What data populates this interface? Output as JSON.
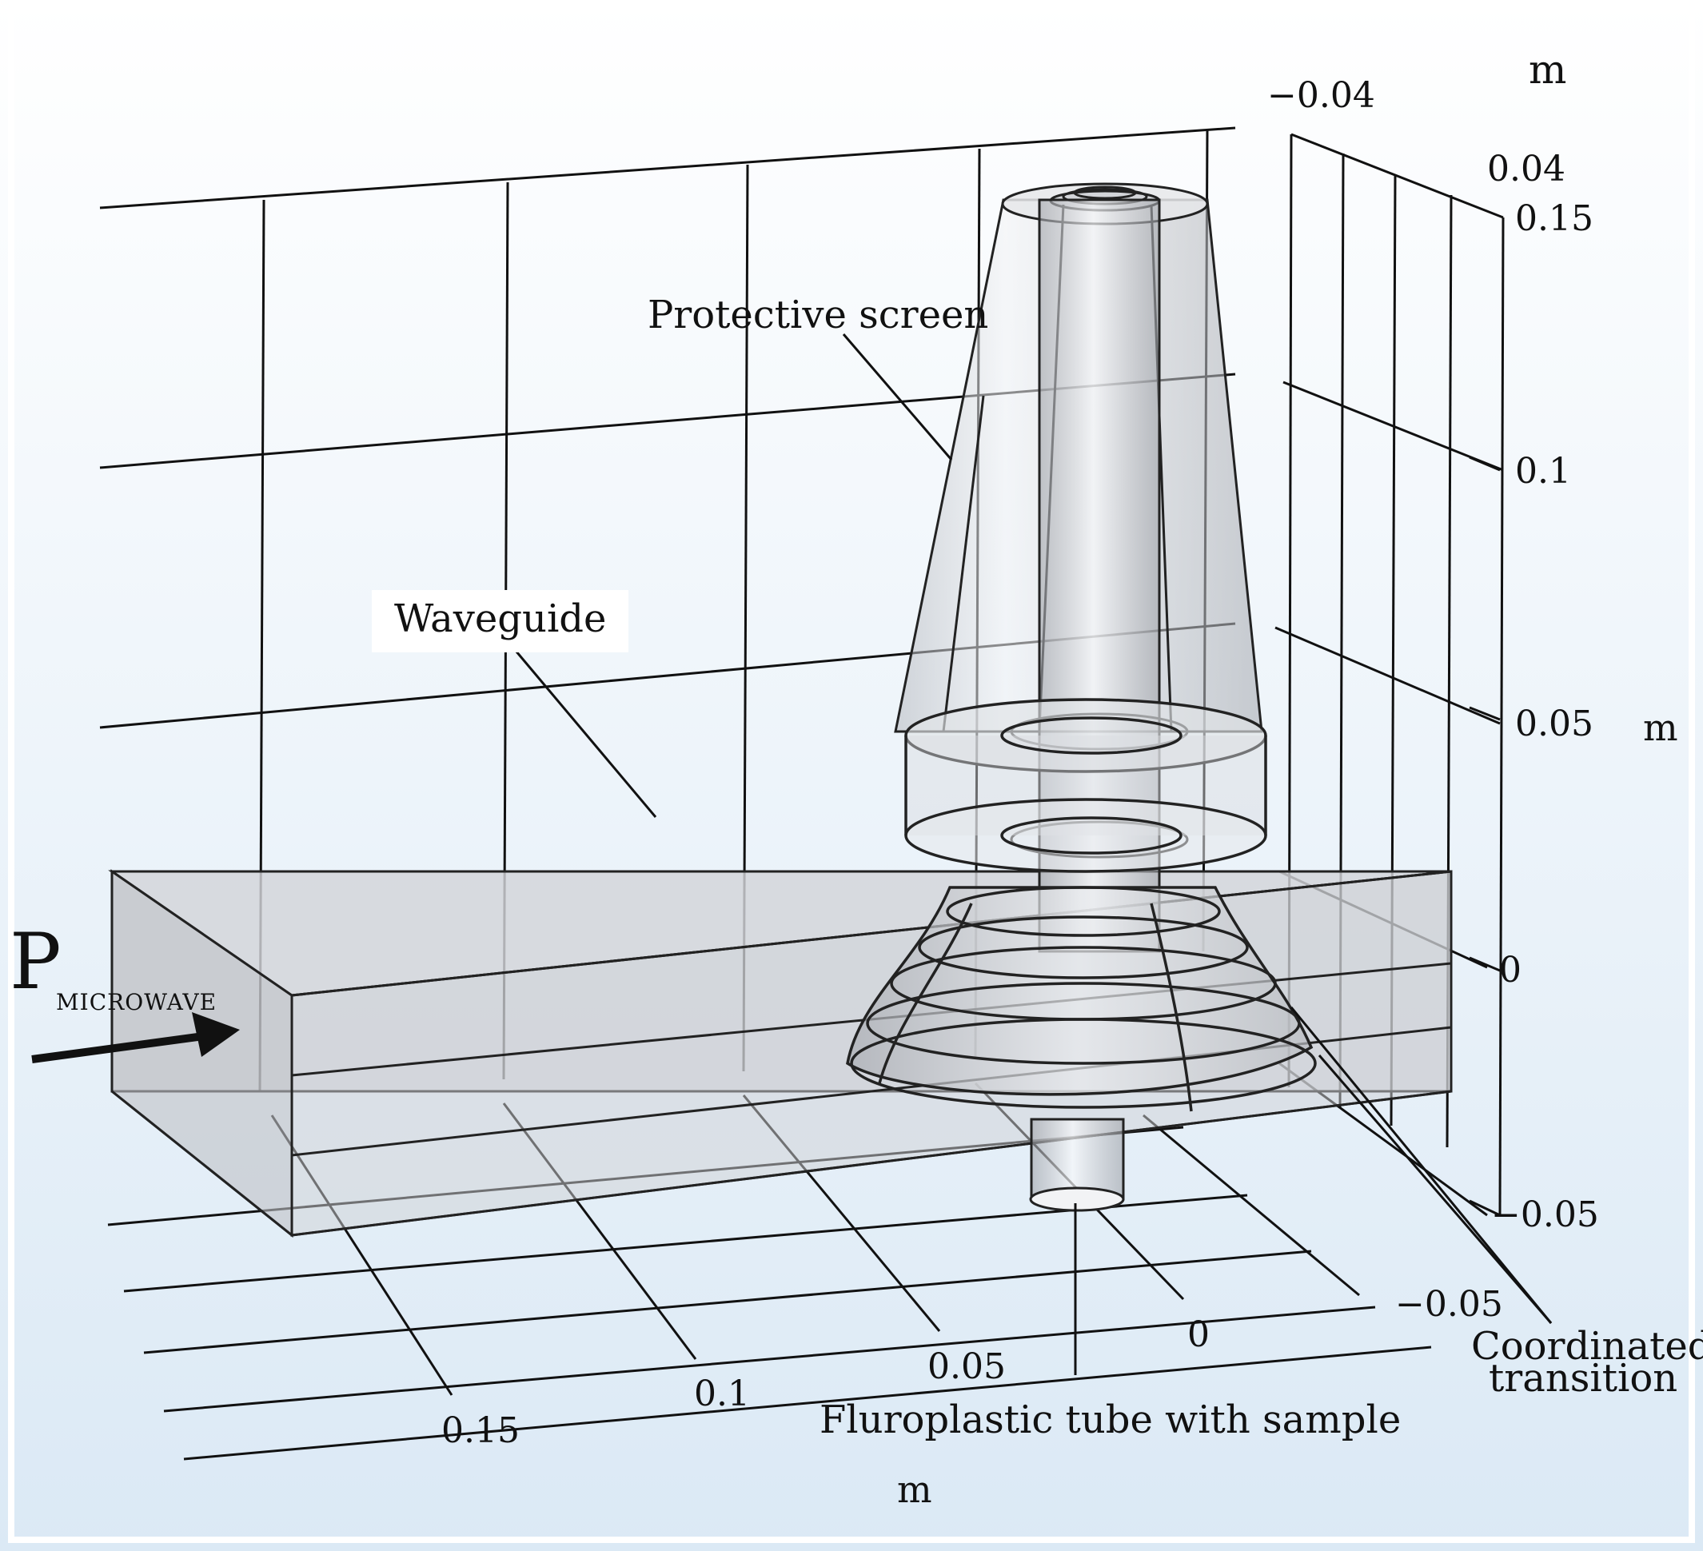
{
  "diagram": {
    "colors": {
      "background_top": "#ffffff",
      "background_bottom": "#dbe9f5",
      "grid_line": "#111111",
      "body_fill": "#c9cbd0",
      "body_edge": "#222222",
      "arrow": "#111111"
    },
    "input_label": {
      "symbol": "P",
      "subscript": "MICROWAVE"
    },
    "callouts": {
      "protective_screen": "Protective screen",
      "waveguide": "Waveguide",
      "tube": "Fluroplastic tube with sample",
      "transition_line1": "Coordinated",
      "transition_line2": "transition"
    },
    "axes": {
      "vertical_ticks": [
        "0.15",
        "0.1",
        "0.05",
        "0",
        "−0.05"
      ],
      "vertical_unit": "m",
      "depth_ticks": [
        "−0.04",
        "0.04"
      ],
      "depth_unit": "m",
      "floor_ticks": [
        "0.15",
        "0.1",
        "0.05",
        "0",
        "−0.05"
      ],
      "floor_unit": "m"
    }
  }
}
